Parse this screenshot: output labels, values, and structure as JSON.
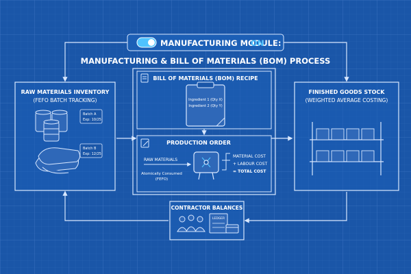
{
  "colors": {
    "background": "#1a56a8",
    "grid": "#3d74c2",
    "line": "#d9e8ff",
    "accent": "#4fc3ff",
    "panel": "#1c5fb6"
  },
  "header": {
    "toggle_label": "MANUFACTURING MODULE:",
    "toggle_state": "ON",
    "title": "MANUFACTURING & BILL OF MATERIALS (BOM) PROCESS"
  },
  "raw_materials": {
    "title": "RAW MATERIALS INVENTORY",
    "subtitle": "(FEFO BATCH TRACKING)",
    "tag_a_batch": "Batch A",
    "tag_a_exp": "Exp: 10/25",
    "tag_b_batch": "Batch B",
    "tag_b_exp": "Exp: 12/25"
  },
  "bom": {
    "title": "BILL OF MATERIALS (BOM) RECIPE",
    "line1": "Ingredient 1 (Qty X)",
    "line2": "Ingredient 2 (Qty Y)"
  },
  "production": {
    "title": "PRODUCTION ORDER",
    "raw_label": "RAW MATERIALS",
    "consumed_line1": "Atomically Consumed",
    "consumed_line2": "(FEFO)",
    "cost_material": "MATERIAL COST",
    "cost_labour": "+ LABOUR COST",
    "cost_total": "= TOTAL COST"
  },
  "finished_goods": {
    "title": "FINISHED GOODS STOCK",
    "subtitle": "(WEIGHTED AVERAGE COSTING)"
  },
  "contractor": {
    "title": "CONTRACTOR BALANCES",
    "ledger_label": "LEDGER"
  },
  "icons": [
    "toggle-icon",
    "barrel-icon",
    "sack-icon",
    "clipboard-icon",
    "document-icon",
    "pencil-icon",
    "mixer-tank-icon",
    "shelf-icon",
    "box-icon",
    "worker-icon",
    "ledger-icon",
    "payment-card-icon"
  ]
}
